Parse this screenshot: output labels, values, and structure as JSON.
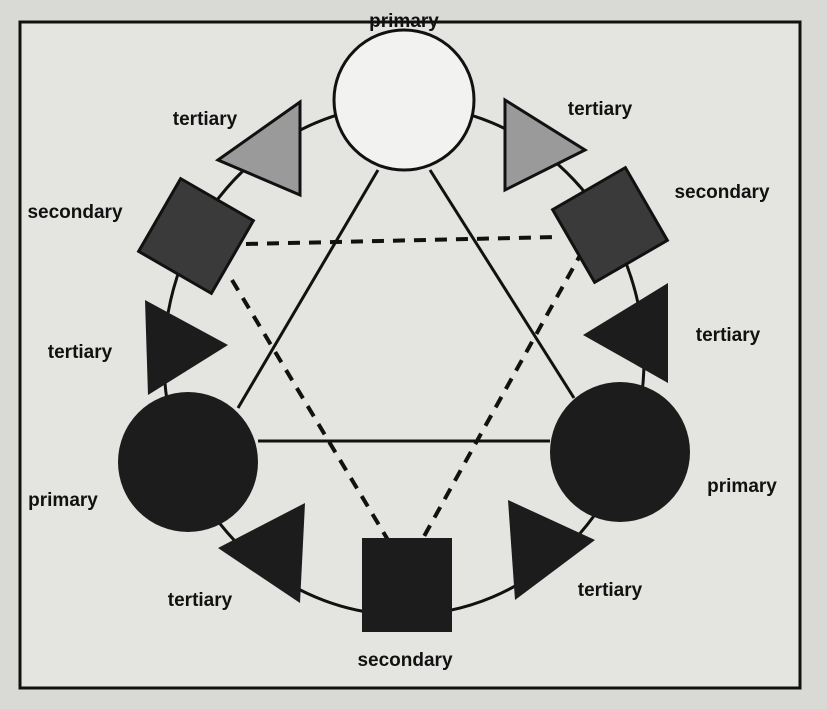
{
  "labels": {
    "top_primary": "primary",
    "top_left_tertiary": "tertiary",
    "top_right_tertiary": "tertiary",
    "left_secondary": "secondary",
    "right_secondary": "secondary",
    "left_tertiary": "tertiary",
    "right_tertiary": "tertiary",
    "left_primary": "primary",
    "right_primary": "primary",
    "bottom_left_tertiary": "tertiary",
    "bottom_right_tertiary": "tertiary",
    "bottom_secondary": "secondary"
  },
  "colors": {
    "paper": "#dcdcd9",
    "dark": "#1c1c1c",
    "mid": "#3a3a3a",
    "light": "#9a9a9a",
    "white": "#f2f2f0"
  }
}
